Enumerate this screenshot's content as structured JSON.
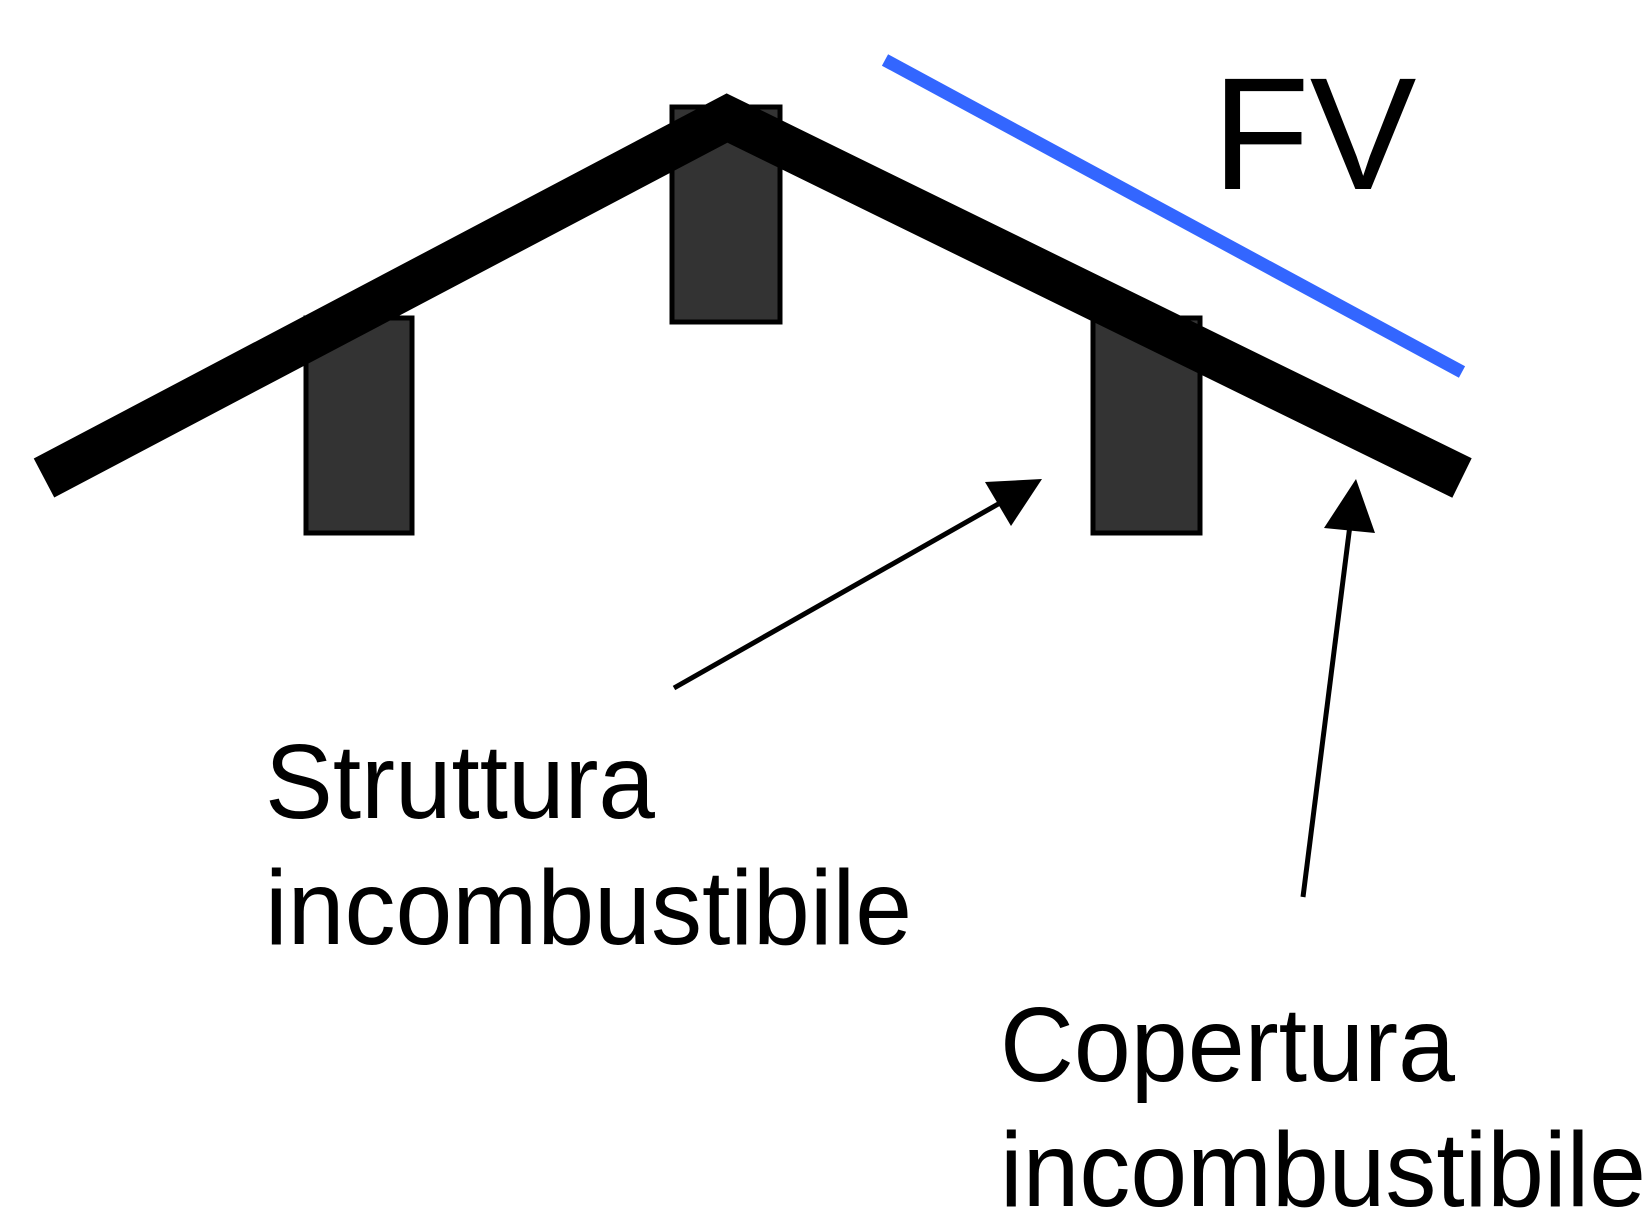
{
  "labels": {
    "pv": "FV",
    "structure_line1": "Struttura",
    "structure_line2": "incombustibile",
    "covering_line1": "Copertura",
    "covering_line2": "incombustibile"
  },
  "colors": {
    "roof": "#000000",
    "rafter": "#333333",
    "pv_panel": "#3366ff",
    "background": "#ffffff"
  }
}
